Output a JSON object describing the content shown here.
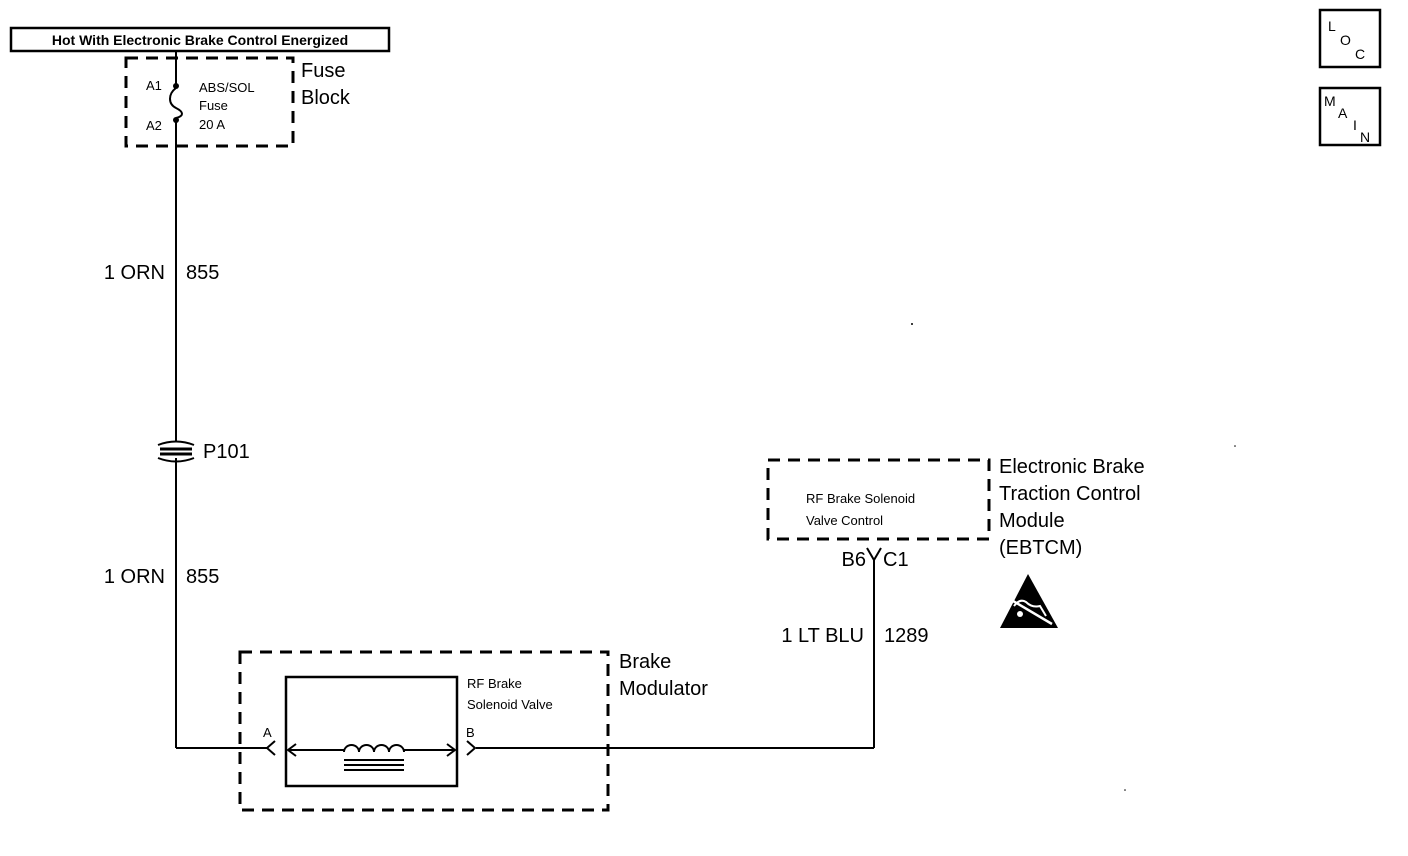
{
  "header": {
    "energized_label": "Hot With Electronic Brake Control Energized"
  },
  "nav_buttons": {
    "loc": {
      "c1": "L",
      "c2": "O",
      "c3": "C"
    },
    "main": {
      "c1": "M",
      "c2": "A",
      "c3": "I",
      "c4": "N"
    }
  },
  "fuse_block": {
    "title_line1": "Fuse",
    "title_line2": "Block",
    "pin_a1": "A1",
    "pin_a2": "A2",
    "fuse_line1": "ABS/SOL",
    "fuse_line2": "Fuse",
    "fuse_line3": "20 A"
  },
  "wire_upper": {
    "size_color": "1 ORN",
    "circuit": "855"
  },
  "connector": {
    "label": "P101"
  },
  "wire_lower": {
    "size_color": "1 ORN",
    "circuit": "855"
  },
  "brake_modulator": {
    "title_line1": "Brake",
    "title_line2": "Modulator",
    "pin_a": "A",
    "pin_b": "B",
    "valve_line1": "RF Brake",
    "valve_line2": "Solenoid Valve"
  },
  "ebtcm": {
    "title_line1": "Electronic Brake",
    "title_line2": "Traction Control",
    "title_line3": "Module",
    "title_line4": "(EBTCM)",
    "inner_line1": "RF Brake Solenoid",
    "inner_line2": "Valve Control",
    "pin_left": "B6",
    "pin_right": "C1"
  },
  "wire_ebtcm": {
    "size_color": "1 LT BLU",
    "circuit": "1289"
  },
  "icons": {
    "esd": "esd-warning-icon",
    "coil": "solenoid-coil-icon",
    "fuse": "fuse-symbol-icon",
    "connector": "inline-connector-icon"
  }
}
